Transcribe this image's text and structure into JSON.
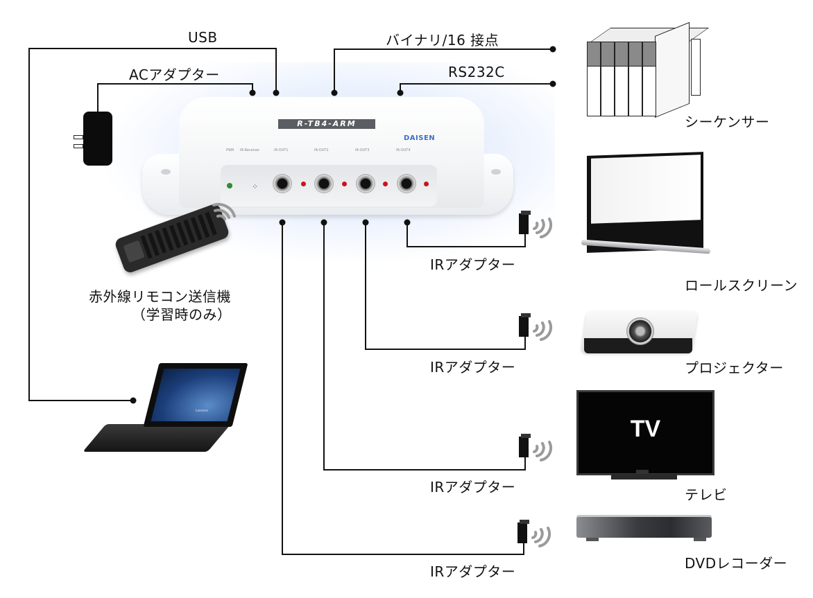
{
  "diagram": {
    "title": "R-TB4-ARM connection diagram",
    "device": {
      "model": "R-TB4-ARM",
      "brand": "DAISEN",
      "front_ports": [
        "PWR",
        "IR-Receiver",
        "IR-OUT1",
        "IR-OUT2",
        "IR-OUT3",
        "IR-OUT4"
      ]
    },
    "connection_labels": {
      "usb": "USB",
      "ac_adapter": "ACアダプター",
      "binary": "バイナリ/16 接点",
      "rs232c": "RS232C",
      "ir_adapter_1": "IRアダプター",
      "ir_adapter_2": "IRアダプター",
      "ir_adapter_3": "IRアダプター",
      "ir_adapter_4": "IRアダプター"
    },
    "devices": {
      "sequencer": "シーケンサー",
      "roll_screen": "ロールスクリーン",
      "projector": "プロジェクター",
      "tv": "テレビ",
      "tv_screen_text": "TV",
      "dvd_recorder": "DVDレコーダー",
      "laptop_brand": "Lenovo"
    },
    "remote": {
      "line1": "赤外線リモコン送信機",
      "line2": "（学習時のみ）"
    }
  }
}
